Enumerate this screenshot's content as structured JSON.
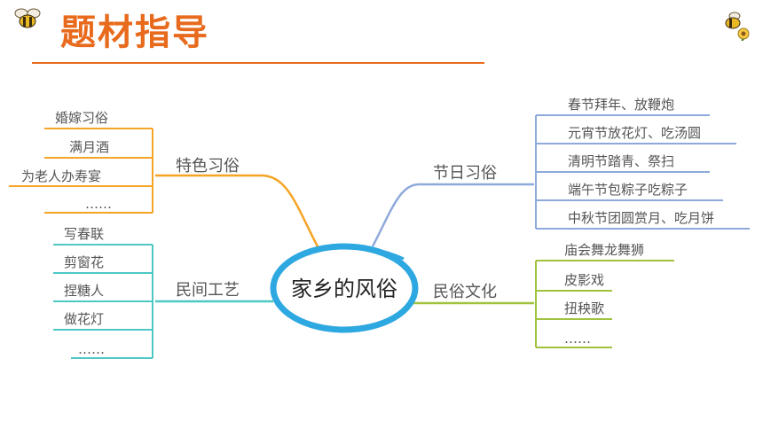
{
  "header": {
    "title": "题材指导"
  },
  "mindmap": {
    "center": "家乡的风俗",
    "branches": {
      "special": {
        "label": "特色习俗",
        "color": "#f5a425",
        "items": [
          "婚嫁习俗",
          "满月酒",
          "为老人办寿宴",
          "……"
        ]
      },
      "crafts": {
        "label": "民间工艺",
        "color": "#4fc8c4",
        "items": [
          "写春联",
          "剪窗花",
          "捏糖人",
          "做花灯",
          "……"
        ]
      },
      "festival": {
        "label": "节日习俗",
        "color": "#8ea9db",
        "items": [
          "春节拜年、放鞭炮",
          "元宵节放花灯、吃汤圆",
          "清明节踏青、祭扫",
          "端午节包粽子吃粽子",
          "中秋节团圆赏月、吃月饼"
        ]
      },
      "folk": {
        "label": "民俗文化",
        "color": "#a0c23c",
        "items": [
          "庙会舞龙舞狮",
          "皮影戏",
          "扭秧歌",
          "……"
        ]
      }
    },
    "center_ring_color": "#2ea8e0"
  },
  "icons": {
    "top_left": "bee-icon",
    "top_right": "bee-with-flower-icon"
  }
}
